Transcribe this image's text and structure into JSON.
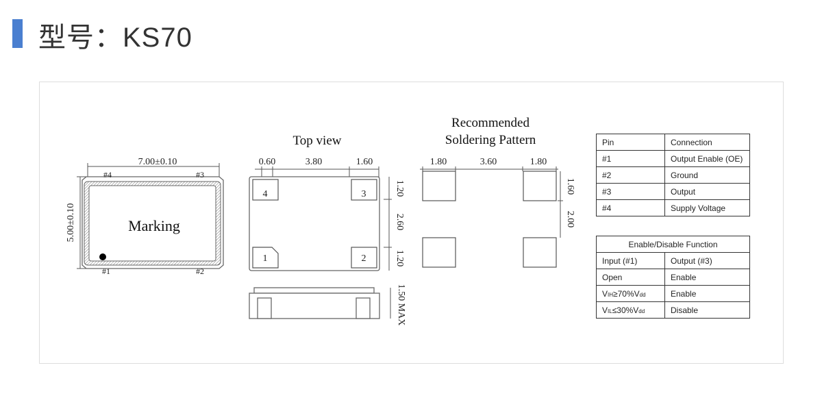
{
  "header": {
    "title": "型号：KS70"
  },
  "drawing": {
    "package": {
      "width_dim": "7.00±0.10",
      "height_dim": "5.00±0.10",
      "marking": "Marking",
      "pins": [
        "#1",
        "#2",
        "#3",
        "#4"
      ]
    },
    "top_view": {
      "title": "Top view",
      "top_dims": [
        "0.60",
        "3.80",
        "1.60"
      ],
      "side_dims": [
        "1.20",
        "2.60",
        "1.20"
      ],
      "pads": [
        "1",
        "2",
        "3",
        "4"
      ],
      "height_dim": "1.50 MAX"
    },
    "soldering": {
      "title_line1": "Recommended",
      "title_line2": "Soldering Pattern",
      "top_dims": [
        "1.80",
        "3.60",
        "1.80"
      ],
      "side_dims": [
        "1.60",
        "2.00"
      ]
    }
  },
  "pin_table": {
    "headers": [
      "Pin",
      "Connection"
    ],
    "rows": [
      [
        "#1",
        "Output Enable (OE)"
      ],
      [
        "#2",
        "Ground"
      ],
      [
        "#3",
        "Output"
      ],
      [
        "#4",
        "Supply Voltage"
      ]
    ]
  },
  "function_table": {
    "title": "Enable/Disable Function",
    "headers": [
      "Input (#1)",
      "Output (#3)"
    ],
    "rows": [
      [
        "Open",
        "Enable"
      ],
      [
        "V",
        "IH",
        "≥70%V",
        "dd",
        "Enable"
      ],
      [
        "V",
        "IL",
        "≤30%V",
        "dd",
        "Disable"
      ]
    ]
  }
}
